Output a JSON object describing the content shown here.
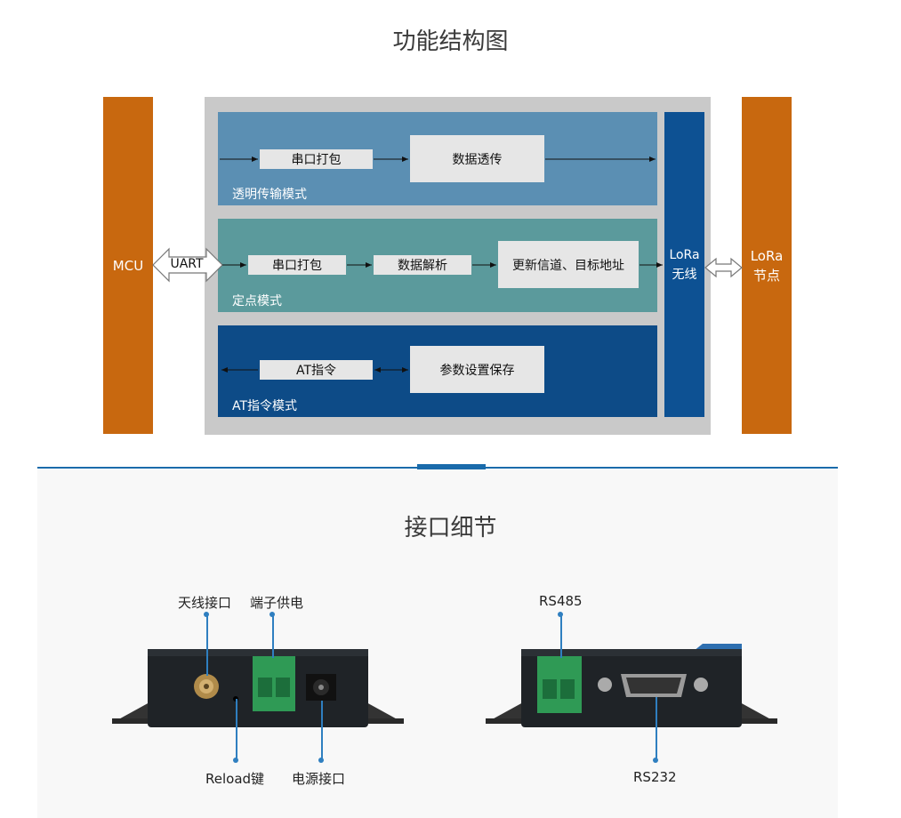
{
  "section1": {
    "title": "功能结构图",
    "mcu_label": "MCU",
    "uart_label": "UART",
    "lora_wireless": {
      "line1": "LoRa",
      "line2": "无线"
    },
    "lora_node": {
      "line1": "LoRa",
      "line2": "节点"
    },
    "modes": [
      {
        "label": "透明传输模式",
        "boxes": [
          "串口打包",
          "数据透传"
        ],
        "color": "#5b8fb3"
      },
      {
        "label": "定点模式",
        "boxes": [
          "串口打包",
          "数据解析",
          "更新信道、目标地址"
        ],
        "color": "#5b9a9c"
      },
      {
        "label": "AT指令模式",
        "boxes": [
          "AT指令",
          "参数设置保存"
        ],
        "color": "#0d4b87"
      }
    ],
    "colors": {
      "orange": "#c8680f",
      "frame": "#c9c9c9",
      "lora_blue": "#0d5193",
      "divider": "#1a6bab"
    }
  },
  "section2": {
    "title": "接口细节",
    "labels": {
      "antenna": "天线接口",
      "terminal_power": "端子供电",
      "reload": "Reload键",
      "power_jack": "电源接口",
      "rs485": "RS485",
      "rs232": "RS232"
    }
  }
}
